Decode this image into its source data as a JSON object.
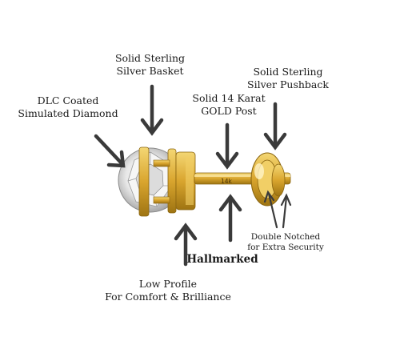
{
  "annotations": {
    "basket": [
      "Solid Sterling",
      "Silver Basket"
    ],
    "diamond": [
      "DLC Coated",
      "Simulated Diamond"
    ],
    "post": [
      "Solid 14 Karat",
      "GOLD Post"
    ],
    "pushback": [
      "Solid Sterling",
      "Silver Pushback"
    ],
    "notched": [
      "Double Notched",
      "for Extra Security"
    ],
    "hallmarked": "Hallmarked",
    "profile": [
      "Low Profile",
      "For Comfort & Brilliance"
    ]
  },
  "engraving": "14k",
  "colors": {
    "gold": "#e0b43c",
    "gold_dark": "#a87c14",
    "arrow": "#3a3a3a",
    "text": "#1a1a1a"
  }
}
